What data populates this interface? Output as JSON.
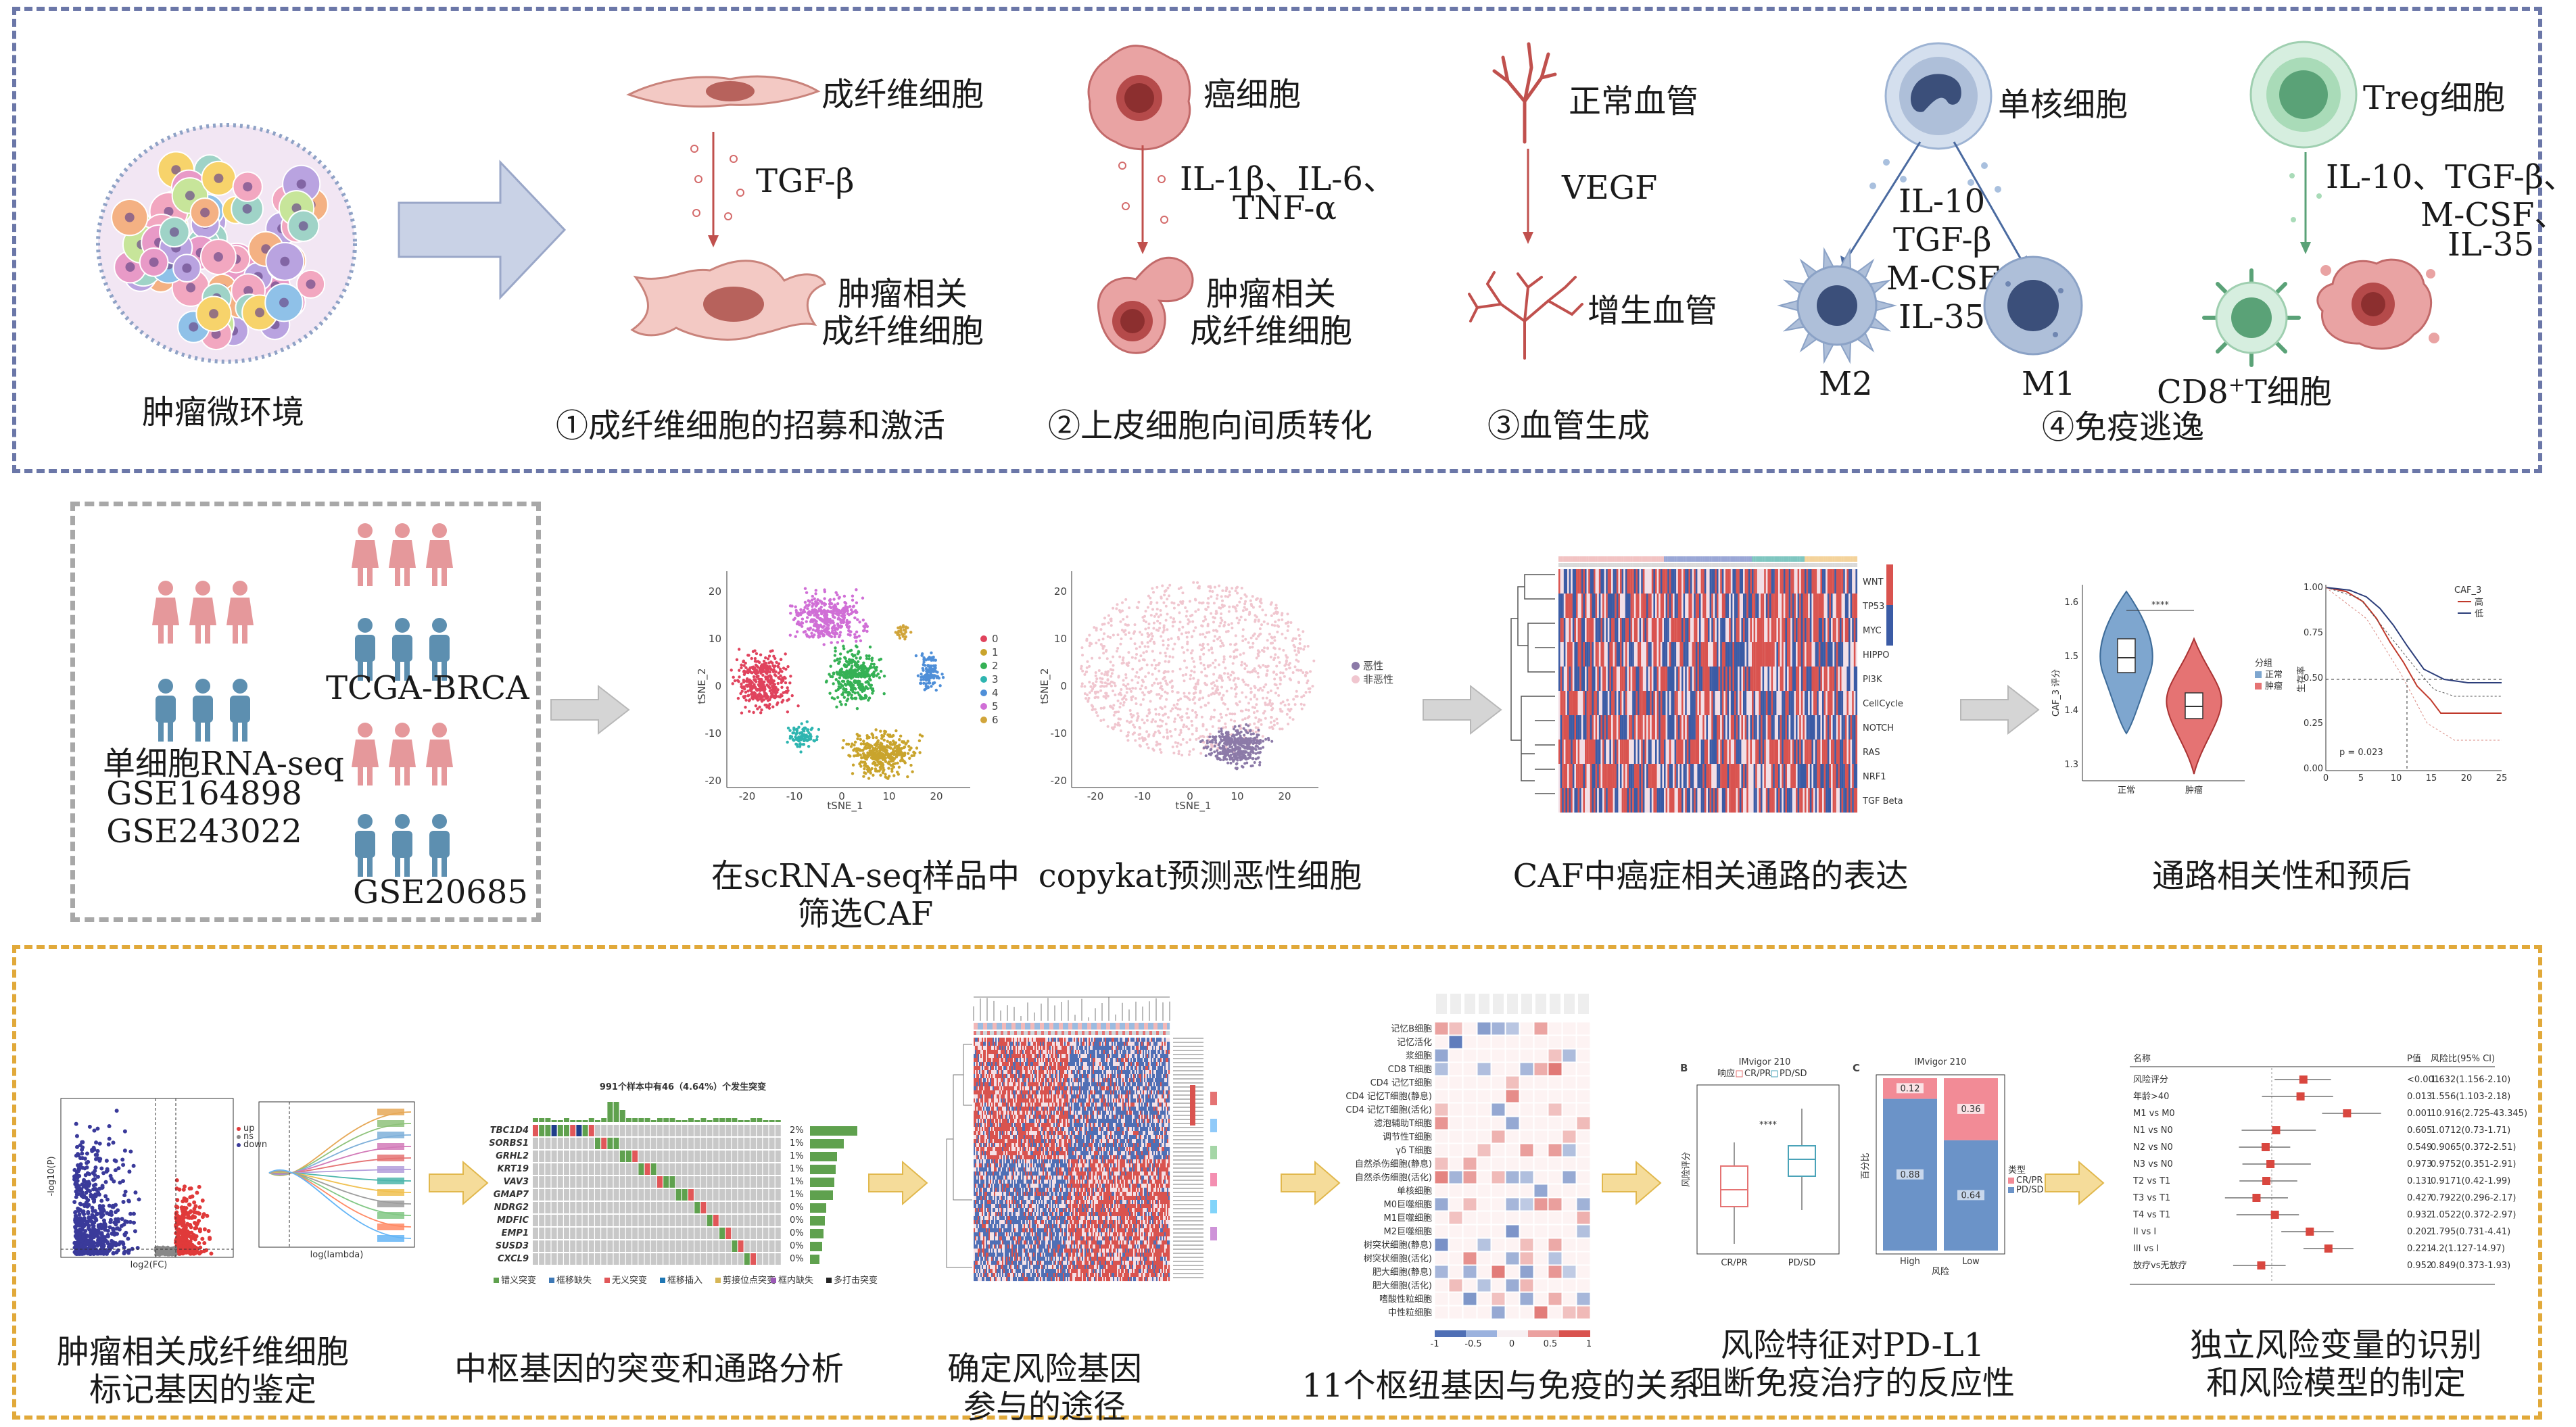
{
  "row1": {
    "microenv": {
      "caption": "肿瘤微环境"
    },
    "fibroblast": {
      "top": "成纤维细胞",
      "factor": "TGF-β",
      "bottom_l1": "肿瘤相关",
      "bottom_l2": "成纤维细胞",
      "caption": "①成纤维细胞的招募和激活"
    },
    "emt": {
      "top": "癌细胞",
      "factor_l1": "IL-1β、IL-6、",
      "factor_l2": "TNF-α",
      "bottom_l1": "肿瘤相关",
      "bottom_l2": "成纤维细胞",
      "caption": "②上皮细胞向间质转化"
    },
    "angio": {
      "top": "正常血管",
      "factor": "VEGF",
      "bottom": "增生血管",
      "caption": "③血管生成"
    },
    "immune": {
      "mono": "单核细胞",
      "mono_factors": [
        "IL-10",
        "TGF-β",
        "M-CSF",
        "IL-35"
      ],
      "m2": "M2",
      "m1": "M1",
      "treg": "Treg细胞",
      "treg_factors_l1": "IL-10、TGF-β、",
      "treg_factors_l2": "M-CSF、",
      "treg_factors_l3": "IL-35",
      "cd8_pre": "CD8",
      "cd8_sup": "+",
      "cd8_post": "T细胞",
      "caption": "④免疫逃逸"
    }
  },
  "row2": {
    "datasets": {
      "sc_title": "单细胞RNA-seq",
      "sc_ids": [
        "GSE164898",
        "GSE243022"
      ],
      "tcga": "TCGA-BRCA",
      "geo": "GSE20685"
    },
    "tsne": {
      "xlabel": "tSNE_1",
      "ylabel": "tSNE_2",
      "xticks": [
        "-20",
        "-10",
        "0",
        "10",
        "20"
      ],
      "yticks": [
        "20",
        "10",
        "0",
        "-10",
        "-20"
      ],
      "legend": [
        "0",
        "1",
        "2",
        "3",
        "4",
        "5",
        "6"
      ],
      "caption_l1": "在scRNA-seq样品中",
      "caption_l2": "筛选CAF"
    },
    "copykat": {
      "xlabel": "tSNE_1",
      "ylabel": "tSNE_2",
      "xticks": [
        "-20",
        "-10",
        "0",
        "10",
        "20"
      ],
      "yticks": [
        "20",
        "10",
        "0",
        "-10",
        "-20"
      ],
      "legend": [
        "恶性",
        "非恶性"
      ],
      "caption": "copykat预测恶性细胞"
    },
    "heatmap": {
      "rows": [
        "WNT",
        "TP53",
        "MYC",
        "HIPPO",
        "PI3K",
        "CellCycle",
        "NOTCH",
        "RAS",
        "NRF1",
        "TGF Beta"
      ],
      "caption": "CAF中癌症相关通路的表达"
    },
    "prognosis": {
      "violin_ylabel": "CAF_3 评分",
      "violin_yticks": [
        "1.6",
        "1.5",
        "1.4",
        "1.3"
      ],
      "violin_groups": [
        "正常",
        "肿瘤"
      ],
      "violin_sig": "****",
      "violin_legend_title": "分组",
      "km_legend_title": "CAF_3",
      "km_legend": [
        "高",
        "低"
      ],
      "km_pval": "p = 0.023",
      "km_ylabel": "生存率",
      "km_xticks": [
        "0",
        "5",
        "10",
        "15",
        "20",
        "25"
      ],
      "km_yticks": [
        "1.00",
        "0.75",
        "0.50",
        "0.25",
        "0.00"
      ],
      "caption": "通路相关性和预后"
    }
  },
  "row3": {
    "volcano": {
      "caption_l1": "肿瘤相关成纤维细胞",
      "caption_l2": "标记基因的鉴定",
      "xlabel": "log2(FC)",
      "ylabel": "-log10(P)",
      "lambda_label": "log(lambda)",
      "tiny_legend": [
        "up",
        "ns",
        "down"
      ]
    },
    "mutation": {
      "title": "991个样本中有46（4.64%）个发生突变",
      "genes": [
        "TBC1D4",
        "SORBS1",
        "GRHL2",
        "KRT19",
        "VAV3",
        "GMAP7",
        "NDRG2",
        "MDFIC",
        "EMP1",
        "SUSD3",
        "CXCL9"
      ],
      "pcts": [
        "2%",
        "1%",
        "1%",
        "1%",
        "1%",
        "1%",
        "0%",
        "0%",
        "0%",
        "0%",
        "0%"
      ],
      "legend": [
        "错义突变",
        "框移缺失",
        "无义突变",
        "框移插入",
        "剪接位点突变",
        "框内缺失",
        "多打击突变"
      ],
      "caption": "中枢基因的突变和通路分析"
    },
    "gsva": {
      "caption_l1": "确定风险基因",
      "caption_l2": "参与的途径"
    },
    "immune_corr": {
      "caption": "11个枢纽基因与免疫的关系",
      "cells": [
        "记忆B细胞",
        "记忆活化",
        "浆细胞",
        "CD8 T细胞",
        "CD4 记忆T细胞",
        "CD4 记忆T细胞(静息)",
        "CD4 记忆T细胞(活化)",
        "滤泡辅助T细胞",
        "调节性T细胞",
        "γδ T细胞",
        "自然杀伤细胞(静息)",
        "自然杀伤细胞(活化)",
        "单核细胞",
        "M0巨噬细胞",
        "M1巨噬细胞",
        "M2巨噬细胞",
        "树突状细胞(静息)",
        "树突状细胞(活化)",
        "肥大细胞(静息)",
        "肥大细胞(活化)",
        "嗜酸性粒细胞",
        "中性粒细胞"
      ],
      "scale": [
        "-1",
        "-0.5",
        "0",
        "0.5",
        "1"
      ]
    },
    "pdl1": {
      "panel_b": "B",
      "panel_c": "C",
      "b_title": "IMvigor 210",
      "c_title": "IMvigor 210",
      "b_legend_title": "响应",
      "b_legend": [
        "CR/PR",
        "PD/SD"
      ],
      "b_ylabel": "风险评分",
      "b_xticks": [
        "CR/PR",
        "PD/SD"
      ],
      "c_values": [
        {
          "group": "High",
          "crpr": 0.12,
          "pdsd": 0.88
        },
        {
          "group": "Low",
          "crpr": 0.36,
          "pdsd": 0.64
        }
      ],
      "c_labels_top": [
        "0.12",
        "0.36"
      ],
      "c_labels_bottom": [
        "0.88",
        "0.64"
      ],
      "c_legend_title": "类型",
      "c_legend": [
        "CR/PR",
        "PD/SD"
      ],
      "c_ylabel": "百分比",
      "c_xlabel": "风险",
      "c_xticks": [
        "High",
        "Low"
      ],
      "caption_l1": "风险特征对PD-L1",
      "caption_l2": "阻断免疫治疗的反应性"
    },
    "forest": {
      "header_name": "名称",
      "header_p": "P值",
      "header_hr": "风险比(95% CI)",
      "rows": [
        {
          "name": "风险评分",
          "p": "<0.001",
          "hr": "1.632(1.156-2.10)",
          "est": 1.63
        },
        {
          "name": "年龄>40",
          "p": "0.013",
          "hr": "1.556(1.103-2.18)",
          "est": 1.56
        },
        {
          "name": "M1 vs M0",
          "p": "0.001",
          "hr": "10.916(2.725-43.345)",
          "est": 3.2
        },
        {
          "name": "N1 vs N0",
          "p": "0.605",
          "hr": "1.0712(0.73-1.71)",
          "est": 1.07
        },
        {
          "name": "N2 vs N0",
          "p": "0.549",
          "hr": "0.9065(0.372-2.51)",
          "est": 0.91
        },
        {
          "name": "N3 vs N0",
          "p": "0.973",
          "hr": "0.9752(0.351-2.91)",
          "est": 0.98
        },
        {
          "name": "T2 vs T1",
          "p": "0.131",
          "hr": "0.9171(0.42-1.99)",
          "est": 0.92
        },
        {
          "name": "T3 vs T1",
          "p": "0.427",
          "hr": "0.7922(0.296-2.17)",
          "est": 0.79
        },
        {
          "name": "T4 vs T1",
          "p": "0.932",
          "hr": "1.0522(0.372-2.97)",
          "est": 1.05
        },
        {
          "name": "II vs I",
          "p": "0.202",
          "hr": "1.795(0.731-4.41)",
          "est": 1.8
        },
        {
          "name": "III vs I",
          "p": "0.221",
          "hr": "4.2(1.127-14.97)",
          "est": 2.4
        },
        {
          "name": "放疗vs无放疗",
          "p": "0.952",
          "hr": "0.849(0.373-1.93)",
          "est": 0.85
        }
      ],
      "caption_l1": "独立风险变量的识别",
      "caption_l2": "和风险模型的制定"
    }
  },
  "colors": {
    "row1_border": "#6b77a8",
    "row2_border": "#a8a8a8",
    "row3_border": "#e1a93a",
    "arrow": "#c9d2e6",
    "person_pink": "#e5989b",
    "person_blue": "#5d8fb0",
    "heat_red": "#d9534f",
    "heat_blue": "#3b5ba5"
  }
}
